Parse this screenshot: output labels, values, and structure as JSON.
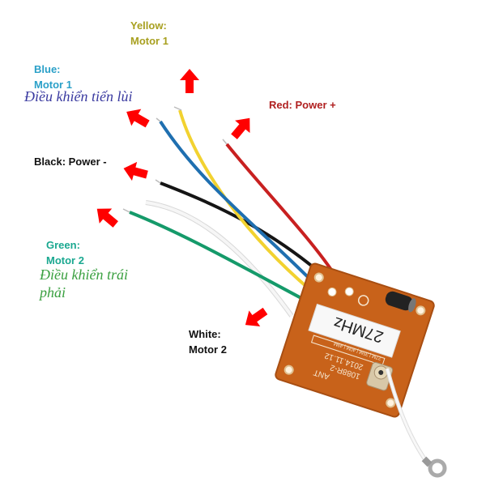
{
  "labels": {
    "yellow": {
      "title": "Yellow:",
      "sub": "Motor 1",
      "color": "#a8a020"
    },
    "blue": {
      "title": "Blue:",
      "sub": "Motor 1",
      "color": "#2aa0c8",
      "note": "Điều khiển tiến lùi",
      "note_color": "#3a3aa0"
    },
    "red": {
      "text": "Red: Power +",
      "color": "#b02020"
    },
    "black": {
      "text": "Black: Power -",
      "color": "#111111"
    },
    "green": {
      "title": "Green:",
      "sub": "Motor 2",
      "color": "#1aa890",
      "note_line1": "Điều khiển trái",
      "note_line2": "phải",
      "note_color": "#3aa040"
    },
    "white": {
      "title": "White:",
      "sub": "Motor 2",
      "color": "#111111"
    }
  },
  "board": {
    "crystal_label": "27MHz",
    "model": "1088R-2",
    "date": "2014.11.12",
    "ant_label": "ANT",
    "pin_strip": "27M | 35M | 40M | 49M",
    "color": "#c8621a"
  },
  "colors": {
    "arrow": "#ff0000",
    "wire_yellow": "#f2d230",
    "wire_blue": "#1f6fb0",
    "wire_red": "#c82020",
    "wire_black": "#151515",
    "wire_white": "#f0f0f0",
    "wire_green": "#159a6a"
  }
}
